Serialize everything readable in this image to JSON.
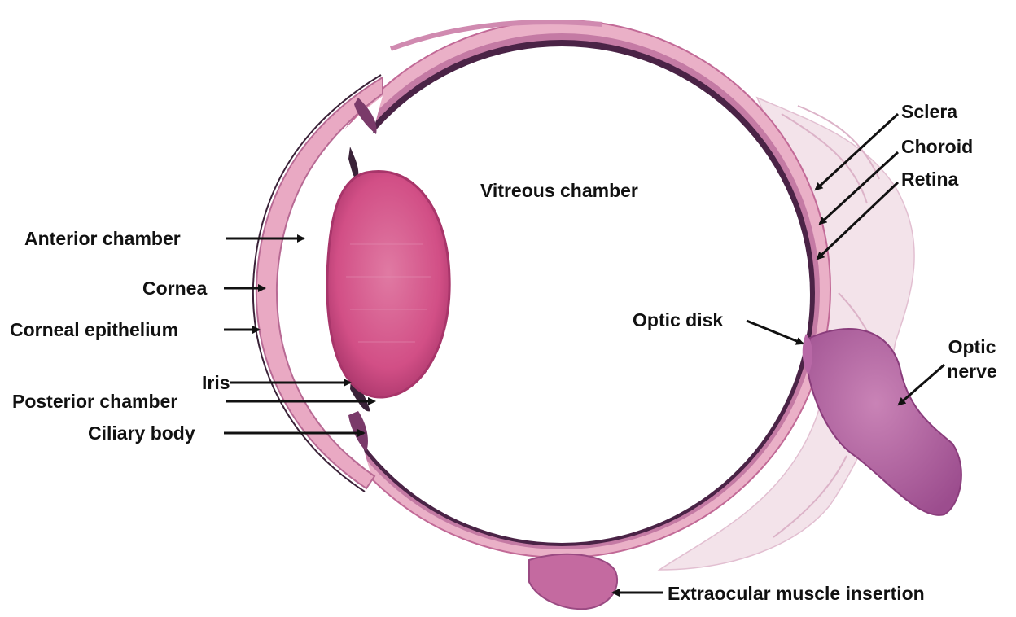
{
  "colors": {
    "background": "#ffffff",
    "tissue_pink": "#e8a9c4",
    "tissue_dark": "#b04a85",
    "lens_fill": "#d24f86",
    "lens_edge": "#a8356a",
    "nerve_fill": "#b868a6",
    "retina_dark": "#4a2346",
    "label_text": "#111111",
    "arrow": "#111111"
  },
  "labels": {
    "vitreous": "Vitreous chamber",
    "anterior_chamber": "Anterior chamber",
    "cornea": "Cornea",
    "corneal_epithelium": "Corneal epithelium",
    "iris": "Iris",
    "posterior_chamber": "Posterior chamber",
    "ciliary_body": "Ciliary body",
    "sclera": "Sclera",
    "choroid": "Choroid",
    "retina": "Retina",
    "optic_disk": "Optic disk",
    "optic_nerve_line1": "Optic",
    "optic_nerve_line2": "nerve",
    "extraocular": "Extraocular muscle insertion"
  }
}
